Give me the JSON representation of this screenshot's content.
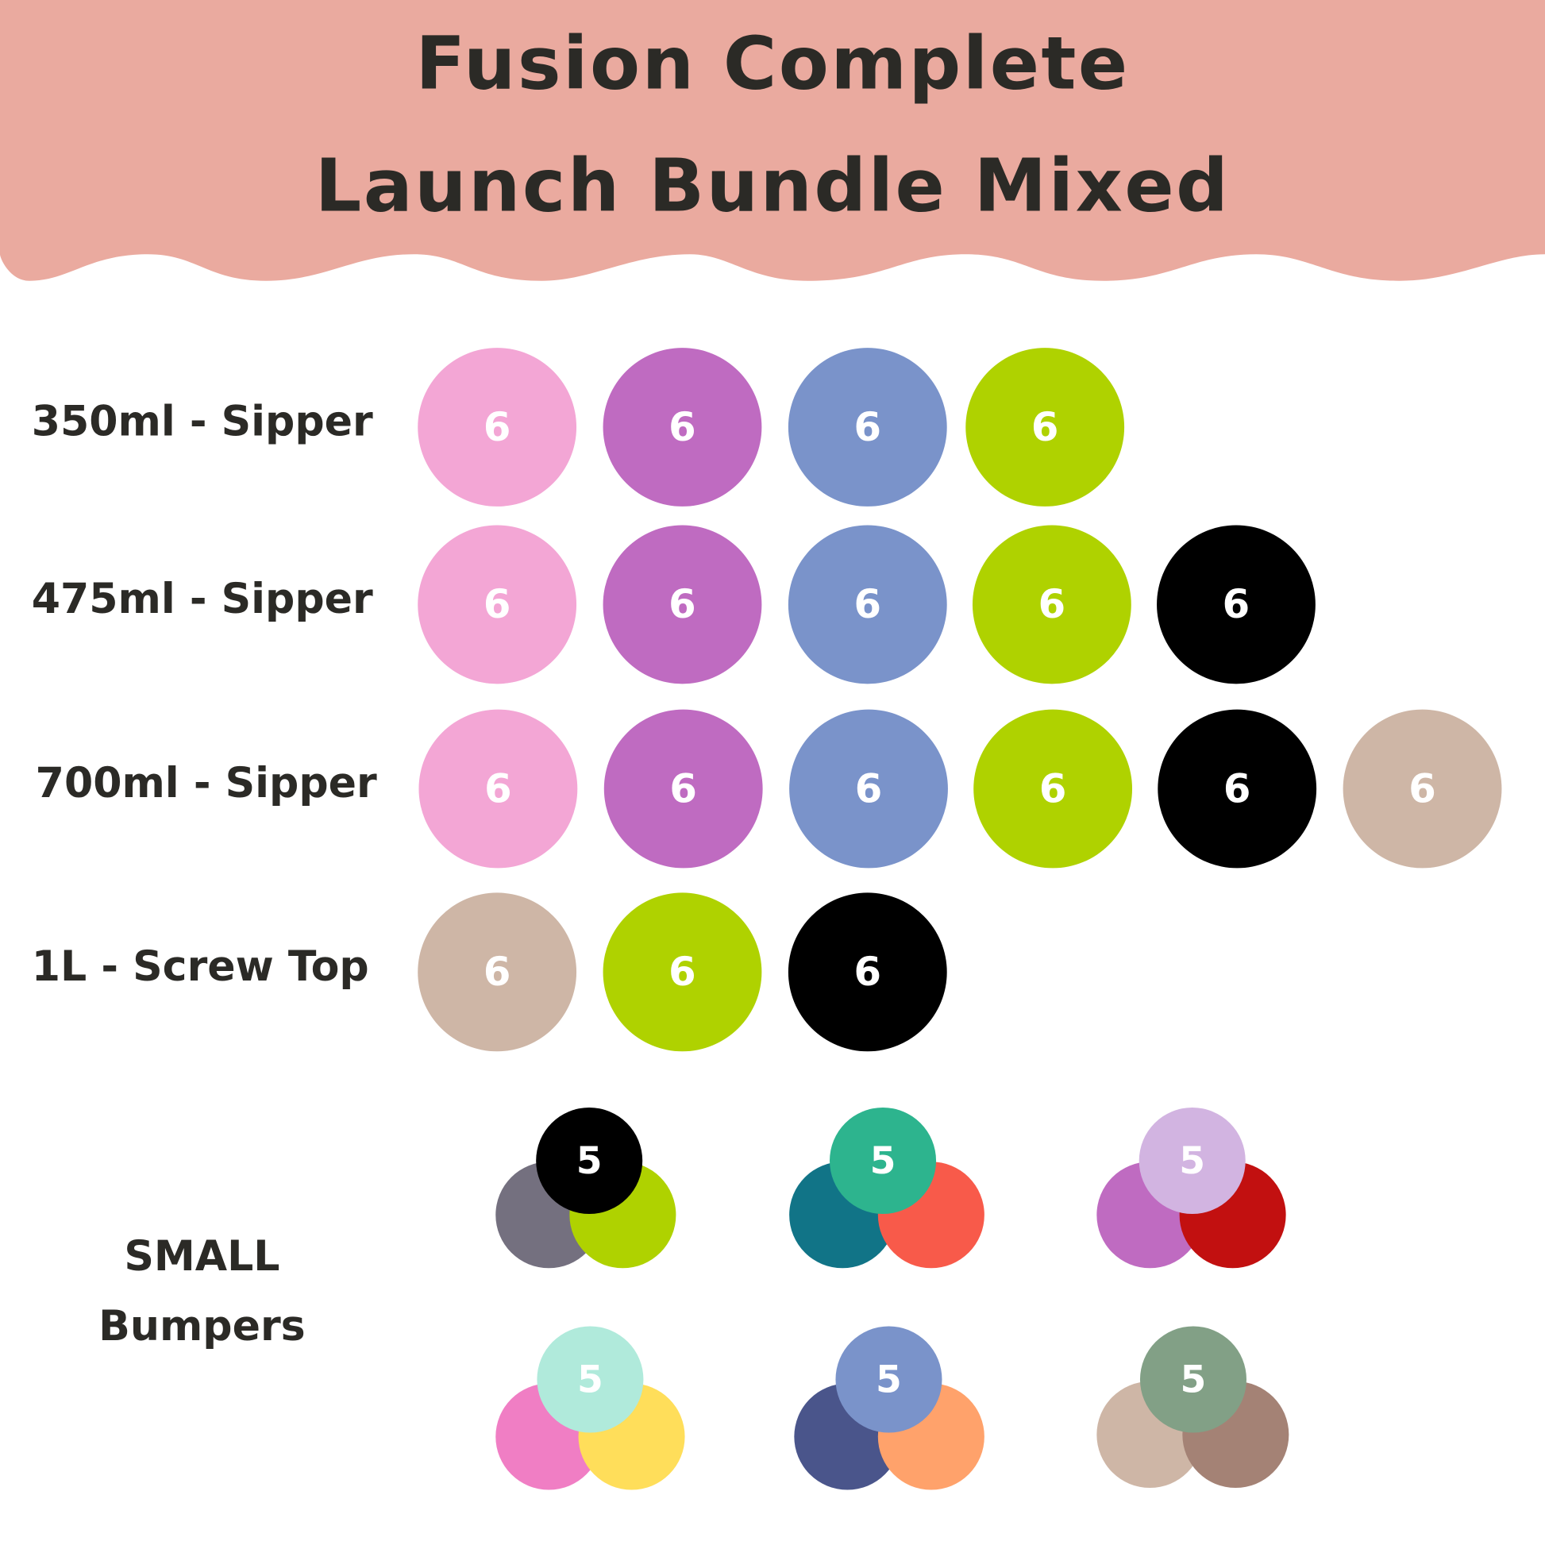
{
  "header": {
    "line1": "Fusion Complete",
    "line2": "Launch Bundle Mixed",
    "bg_color": "#EAAA9F"
  },
  "rows": [
    {
      "label": "350ml - Sipper",
      "items": [
        {
          "color": "#F3A6D5",
          "count": "6"
        },
        {
          "color": "#BF6BC1",
          "count": "6"
        },
        {
          "color": "#7A93CA",
          "count": "6"
        },
        {
          "color": "#AFD200",
          "count": "6"
        }
      ]
    },
    {
      "label": "475ml - Sipper",
      "items": [
        {
          "color": "#F3A6D5",
          "count": "6"
        },
        {
          "color": "#BF6BC1",
          "count": "6"
        },
        {
          "color": "#7A93CA",
          "count": "6"
        },
        {
          "color": "#AFD200",
          "count": "6"
        },
        {
          "color": "#000000",
          "count": "6"
        }
      ]
    },
    {
      "label": "700ml - Sipper",
      "items": [
        {
          "color": "#F3A6D5",
          "count": "6"
        },
        {
          "color": "#BF6BC1",
          "count": "6"
        },
        {
          "color": "#7A93CA",
          "count": "6"
        },
        {
          "color": "#AFD200",
          "count": "6"
        },
        {
          "color": "#000000",
          "count": "6"
        },
        {
          "color": "#CEB6A6",
          "count": "6"
        }
      ]
    },
    {
      "label": "1L - Screw Top",
      "items": [
        {
          "color": "#CEB6A6",
          "count": "6"
        },
        {
          "color": "#AFD200",
          "count": "6"
        },
        {
          "color": "#000000",
          "count": "6"
        }
      ]
    }
  ],
  "bumpers": {
    "label_line1": "SMALL",
    "label_line2": "Bumpers",
    "sets": [
      {
        "count": "5",
        "colors": [
          "#000000",
          "#74707F",
          "#AFD200"
        ]
      },
      {
        "count": "5",
        "colors": [
          "#2DB48E",
          "#117487",
          "#F85A4A"
        ]
      },
      {
        "count": "5",
        "colors": [
          "#D2B4E1",
          "#BF6BC1",
          "#C21010"
        ]
      },
      {
        "count": "5",
        "colors": [
          "#B0EADB",
          "#F07EC4",
          "#FFDE5A"
        ]
      },
      {
        "count": "5",
        "colors": [
          "#7A93CA",
          "#4A558B",
          "#FFA26B"
        ]
      },
      {
        "count": "5",
        "colors": [
          "#82A086",
          "#CEB6A6",
          "#A48275"
        ]
      }
    ]
  }
}
